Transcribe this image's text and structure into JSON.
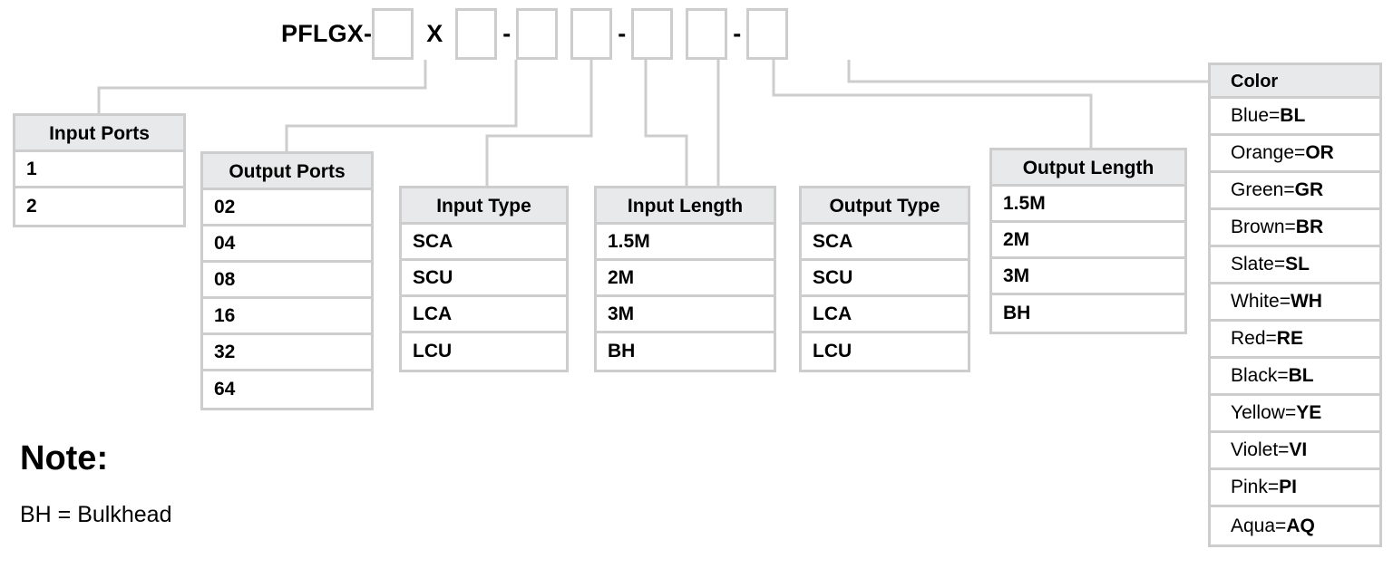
{
  "part_number": {
    "prefix": "PFLGX-",
    "separator_x": "X",
    "dash": "-",
    "boxes": [
      "",
      "",
      "",
      "",
      "",
      "",
      ""
    ]
  },
  "tables": {
    "input_ports": {
      "header": "Input Ports",
      "rows": [
        "1",
        "2"
      ]
    },
    "output_ports": {
      "header": "Output Ports",
      "rows": [
        "02",
        "04",
        "08",
        "16",
        "32",
        "64"
      ]
    },
    "input_type": {
      "header": "Input Type",
      "rows": [
        "SCA",
        "SCU",
        "LCA",
        "LCU"
      ]
    },
    "input_length": {
      "header": "Input Length",
      "rows": [
        "1.5M",
        "2M",
        "3M",
        "BH"
      ]
    },
    "output_type": {
      "header": "Output Type",
      "rows": [
        "SCA",
        "SCU",
        "LCA",
        "LCU"
      ]
    },
    "output_length": {
      "header": "Output Length",
      "rows": [
        "1.5M",
        "2M",
        "3M",
        "BH"
      ]
    },
    "color": {
      "header": "Color",
      "rows": [
        {
          "name": "Blue",
          "eq": " = ",
          "code": "BL"
        },
        {
          "name": "Orange",
          "eq": " = ",
          "code": "OR"
        },
        {
          "name": "Green",
          "eq": " = ",
          "code": "GR"
        },
        {
          "name": "Brown",
          "eq": " = ",
          "code": "BR"
        },
        {
          "name": "Slate",
          "eq": " = ",
          "code": "SL"
        },
        {
          "name": "White",
          "eq": " = ",
          "code": "WH"
        },
        {
          "name": "Red",
          "eq": " = ",
          "code": "RE"
        },
        {
          "name": "Black",
          "eq": " = ",
          "code": "BL"
        },
        {
          "name": "Yellow",
          "eq": " = ",
          "code": "YE"
        },
        {
          "name": "Violet",
          "eq": " = ",
          "code": "VI"
        },
        {
          "name": "Pink",
          "eq": " = ",
          "code": "PI"
        },
        {
          "name": "Aqua",
          "eq": " = ",
          "code": "AQ"
        }
      ]
    }
  },
  "note": {
    "title": "Note:",
    "lines": [
      "BH = Bulkhead"
    ]
  },
  "colors": {
    "header_fill": "#e8e9ea",
    "border": "#cdcdcd",
    "text": "#000000",
    "background": "#ffffff"
  }
}
